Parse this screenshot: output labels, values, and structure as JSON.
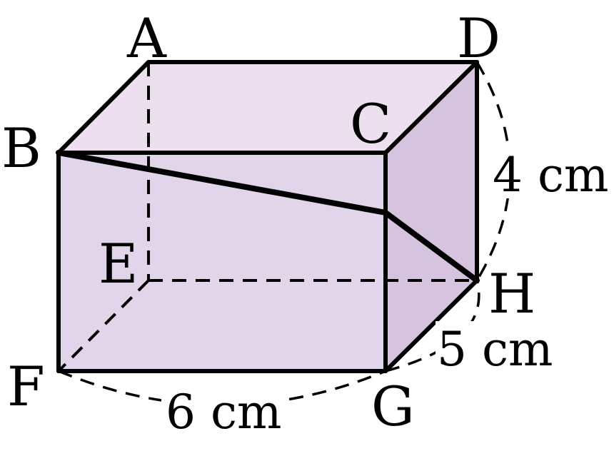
{
  "diagram": {
    "vertices": {
      "A": "A",
      "B": "B",
      "C": "C",
      "D": "D",
      "E": "E",
      "F": "F",
      "G": "G",
      "H": "H"
    },
    "measurements": {
      "length": "6 cm",
      "depth": "5 cm",
      "height": "4 cm"
    },
    "colors": {
      "front_face": "#e1d5e9",
      "top_face": "#ece0ee",
      "side_face": "#d6c4de",
      "edge": "#000000",
      "background": "#ffffff"
    }
  }
}
